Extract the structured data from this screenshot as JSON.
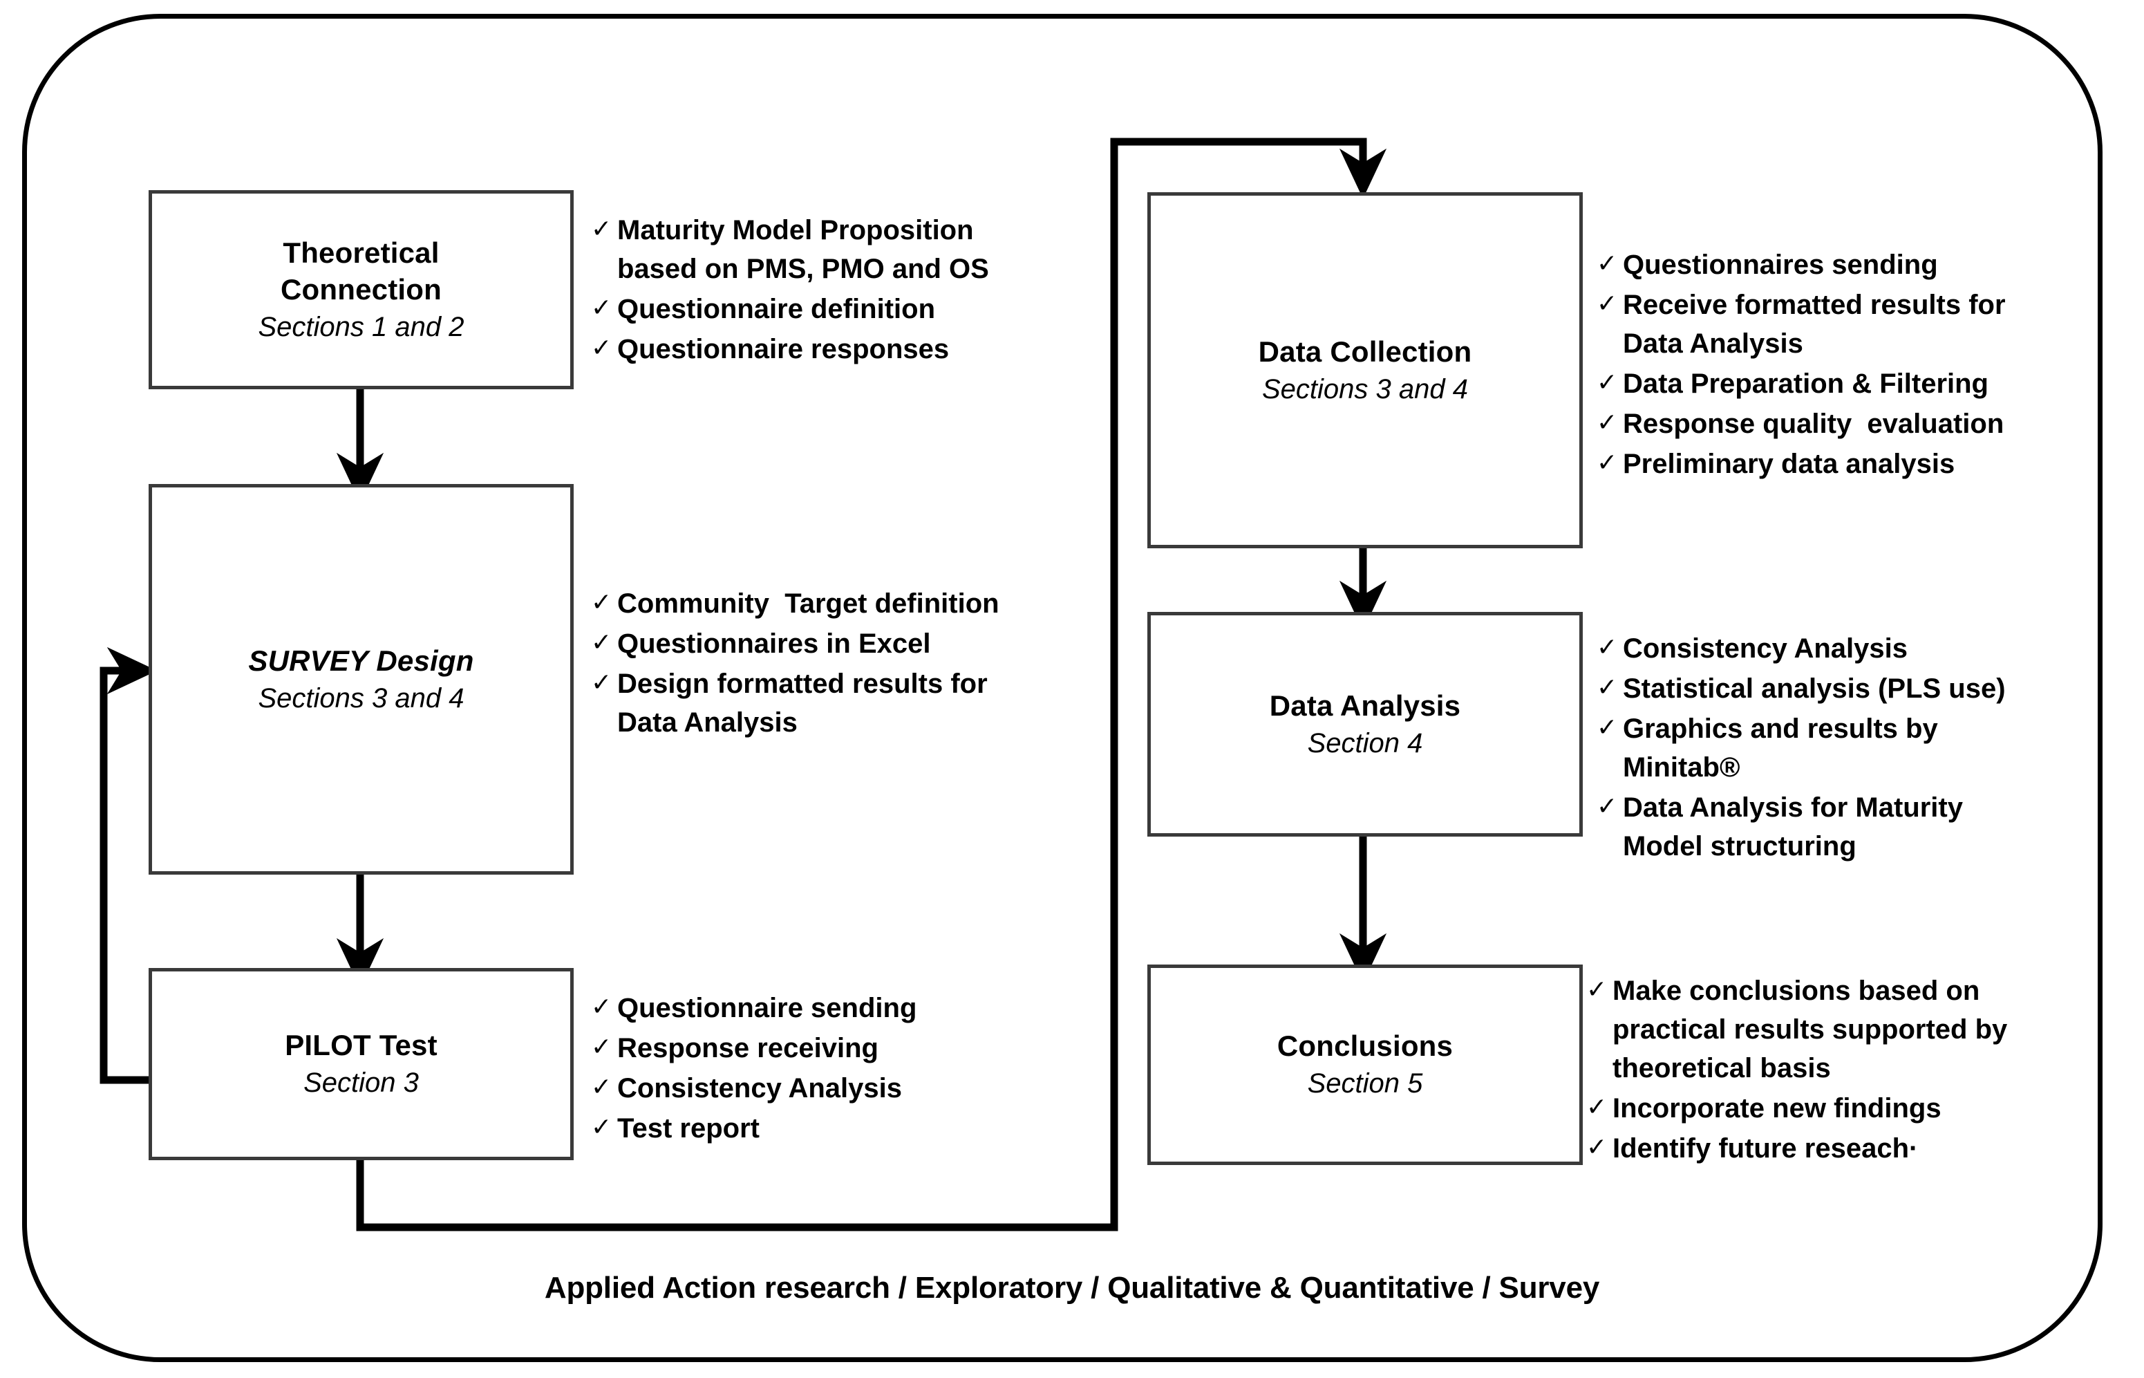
{
  "diagram": {
    "caption": "Applied Action research / Exploratory / Qualitative & Quantitative / Survey",
    "check_glyph": "✓",
    "colors": {
      "frame": "#000000",
      "box_border": "#3a3a3a",
      "connector": "#000000",
      "text": "#000000",
      "background": "#ffffff"
    },
    "boxes": [
      {
        "id": "theoretical-connection",
        "title": "Theoretical\nConnection",
        "title_italic": false,
        "subtitle": "Sections 1 and 2"
      },
      {
        "id": "survey-design",
        "title": "SURVEY Design",
        "title_italic": true,
        "subtitle": "Sections 3 and 4"
      },
      {
        "id": "pilot-test",
        "title": "PILOT Test",
        "title_italic": false,
        "subtitle": "Section 3"
      },
      {
        "id": "data-collection",
        "title": "Data Collection",
        "title_italic": false,
        "subtitle": "Sections 3 and 4"
      },
      {
        "id": "data-analysis",
        "title": "Data Analysis",
        "title_italic": false,
        "subtitle": "Section 4"
      },
      {
        "id": "conclusions",
        "title": "Conclusions",
        "title_italic": false,
        "subtitle": "Section 5"
      }
    ],
    "bullet_lists": [
      {
        "for": "theoretical-connection",
        "items": [
          "Maturity Model Proposition\nbased on PMS, PMO and OS",
          "Questionnaire definition",
          "Questionnaire responses"
        ]
      },
      {
        "for": "survey-design",
        "items": [
          "Community  Target definition",
          "Questionnaires in Excel",
          "Design formatted results for\nData Analysis"
        ]
      },
      {
        "for": "pilot-test",
        "items": [
          "Questionnaire sending",
          "Response receiving",
          "Consistency Analysis",
          "Test report"
        ]
      },
      {
        "for": "data-collection",
        "items": [
          "Questionnaires sending",
          "Receive formatted results for\nData Analysis",
          "Data Preparation & Filtering",
          "Response quality  evaluation",
          "Preliminary data analysis"
        ]
      },
      {
        "for": "data-analysis",
        "items": [
          "Consistency Analysis",
          "Statistical analysis (PLS use)",
          "Graphics and results by\nMinitab®",
          "Data Analysis for Maturity\nModel structuring"
        ]
      },
      {
        "for": "conclusions",
        "items": [
          "Make conclusions based on\npractical results supported by\ntheoretical basis",
          "Incorporate new findings",
          "Identify future reseach·"
        ]
      }
    ]
  }
}
